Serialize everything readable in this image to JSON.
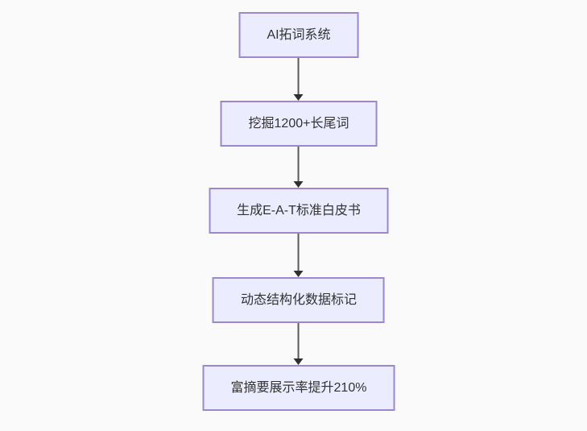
{
  "diagram": {
    "type": "flowchart",
    "direction": "top-down",
    "nodes": [
      {
        "id": "A",
        "label": "AI拓词系统"
      },
      {
        "id": "B",
        "label": "挖掘1200+长尾词"
      },
      {
        "id": "C",
        "label": "生成E-A-T标准白皮书"
      },
      {
        "id": "D",
        "label": "动态结构化数据标记"
      },
      {
        "id": "E",
        "label": "富摘要展示率提升210%"
      }
    ],
    "edges": [
      {
        "from": "A",
        "to": "B"
      },
      {
        "from": "B",
        "to": "C"
      },
      {
        "from": "C",
        "to": "D"
      },
      {
        "from": "D",
        "to": "E"
      }
    ],
    "colors": {
      "background": "#fafafa",
      "node_fill": "#ececff",
      "node_border": "#9b87d2",
      "node_text": "#333333",
      "edge_line": "#5a5a5a",
      "arrowhead": "#2f2f2f"
    }
  }
}
